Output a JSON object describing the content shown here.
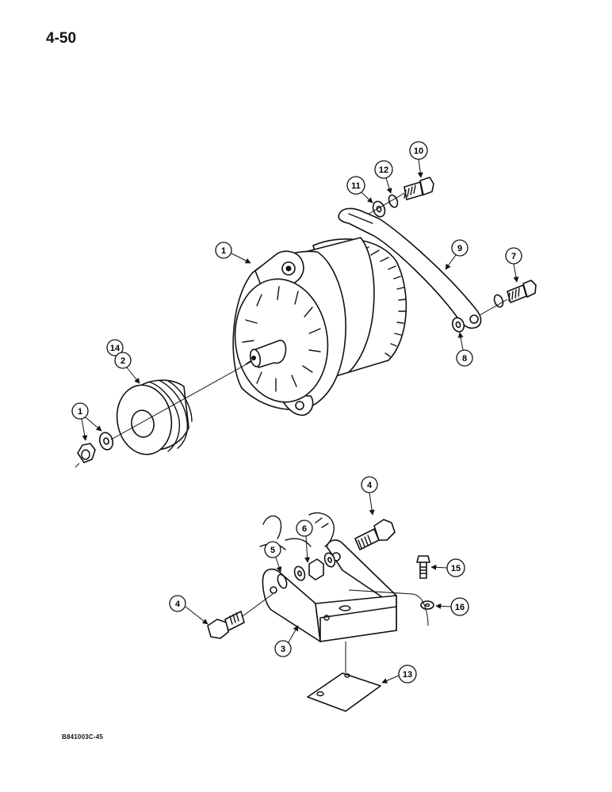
{
  "page": {
    "number": "4-50",
    "figure_code": "B841003C-45"
  },
  "callouts": {
    "c1_alternator": "1",
    "c1_nut": "1",
    "c14": "14",
    "c2": "2",
    "c3": "3",
    "c4_upper": "4",
    "c4_lower": "4",
    "c5": "5",
    "c6": "6",
    "c7": "7",
    "c8": "8",
    "c9": "9",
    "c10": "10",
    "c11": "11",
    "c12": "12",
    "c13": "13",
    "c15": "15",
    "c16": "16"
  }
}
